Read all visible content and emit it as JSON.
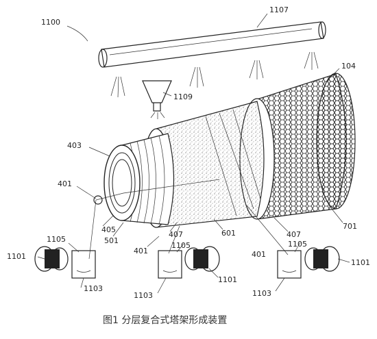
{
  "labels": {
    "assembly": "1100",
    "spray_bar": "1107",
    "outer_layer": "104",
    "hopper": "1109",
    "inner_tube": "403",
    "fiber_left": "401",
    "fiber_mid": "401",
    "fiber_right": "401",
    "label_405": "405",
    "label_501": "501",
    "label_407_left": "407",
    "label_601": "601",
    "label_407_right": "407",
    "label_701": "701",
    "guide_left": "1105",
    "guide_mid": "1105",
    "guide_right": "1105",
    "spool_left": "1101",
    "spool_mid": "1101",
    "spool_right": "1101",
    "bath_left": "1103",
    "bath_mid": "1103",
    "bath_right": "1103"
  },
  "caption": "图1 分层复合式塔架形成装置"
}
